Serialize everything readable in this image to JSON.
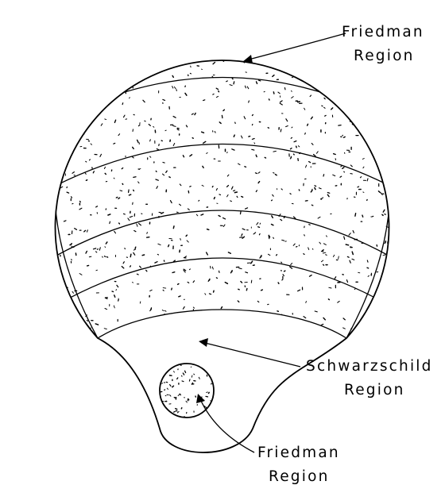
{
  "labels": {
    "friedman_top_line1": "Friedman",
    "friedman_top_line2": "Region",
    "schwarzschild_line1": "Schwarzschild",
    "schwarzschild_line2": "Region",
    "friedman_bottom_line1": "Friedman",
    "friedman_bottom_line2": "Region"
  },
  "colors": {
    "ink": "#000000",
    "paper": "#ffffff"
  }
}
